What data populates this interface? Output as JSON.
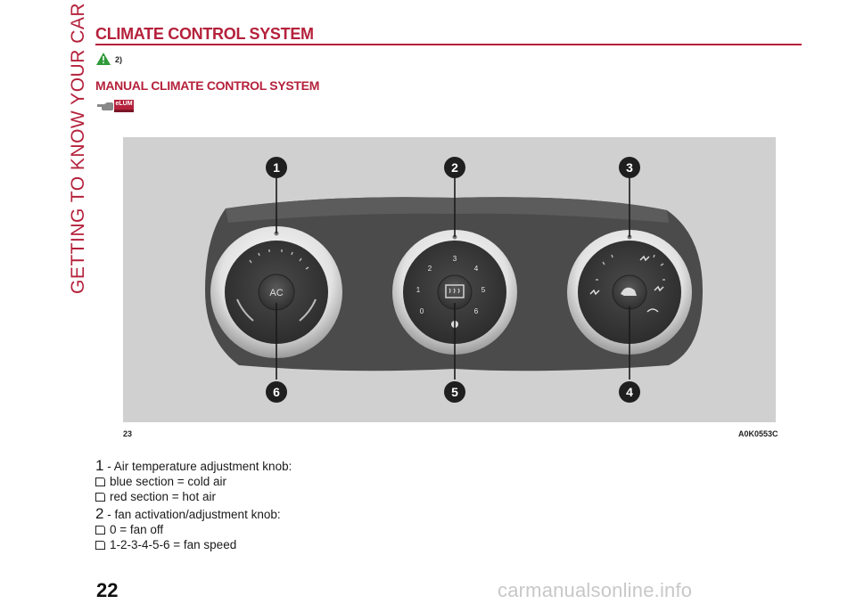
{
  "side_tab": "GETTING TO KNOW YOUR CAR",
  "title": "CLIMATE CONTROL SYSTEM",
  "warning_ref": "2)",
  "subtitle": "MANUAL CLIMATE CONTROL SYSTEM",
  "ref_badge": "eLUM",
  "figure": {
    "number": "23",
    "code": "A0K0553C",
    "callouts": [
      "1",
      "2",
      "3",
      "4",
      "5",
      "6"
    ],
    "ac_label": "AC",
    "fan_marks": [
      "0",
      "1",
      "2",
      "3",
      "4",
      "5",
      "6"
    ]
  },
  "legend": [
    {
      "head": "1",
      "text": "- Air temperature adjustment knob:",
      "bullets": [
        "blue section = cold air",
        "red section = hot air"
      ]
    },
    {
      "head": "2",
      "text": "- fan activation/adjustment knob:",
      "bullets": [
        "0 = fan off",
        "1-2-3-4-5-6 = fan speed"
      ]
    }
  ],
  "page_number": "22",
  "watermark": "carmanualsonline.info",
  "colors": {
    "accent": "#b5213b"
  }
}
